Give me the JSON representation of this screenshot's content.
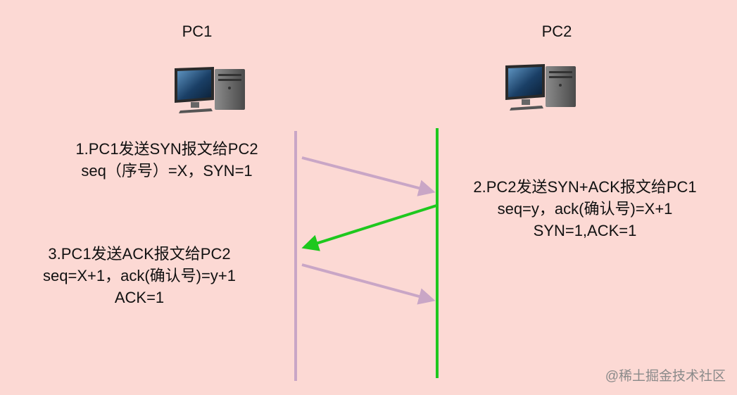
{
  "nodes": {
    "left": "PC1",
    "right": "PC2"
  },
  "steps": [
    {
      "lines": [
        "1.PC1发送SYN报文给PC2",
        "seq（序号）=X，SYN=1"
      ]
    },
    {
      "lines": [
        "2.PC2发送SYN+ACK报文给PC1",
        "seq=y，ack(确认号)=X+1",
        "SYN=1,ACK=1"
      ]
    },
    {
      "lines": [
        "3.PC1发送ACK报文给PC2",
        "seq=X+1，ack(确认号)=y+1",
        "ACK=1"
      ]
    }
  ],
  "colors": {
    "background": "#fcd9d4",
    "pc1_line": "#c9a6c6",
    "pc2_line": "#1ec81e",
    "syn_ack_arrow": "#1ec81e",
    "request_arrow": "#c9a6c6"
  },
  "icons": {
    "computer": "desktop-computer-icon"
  },
  "watermark": "@稀土掘金技术社区"
}
